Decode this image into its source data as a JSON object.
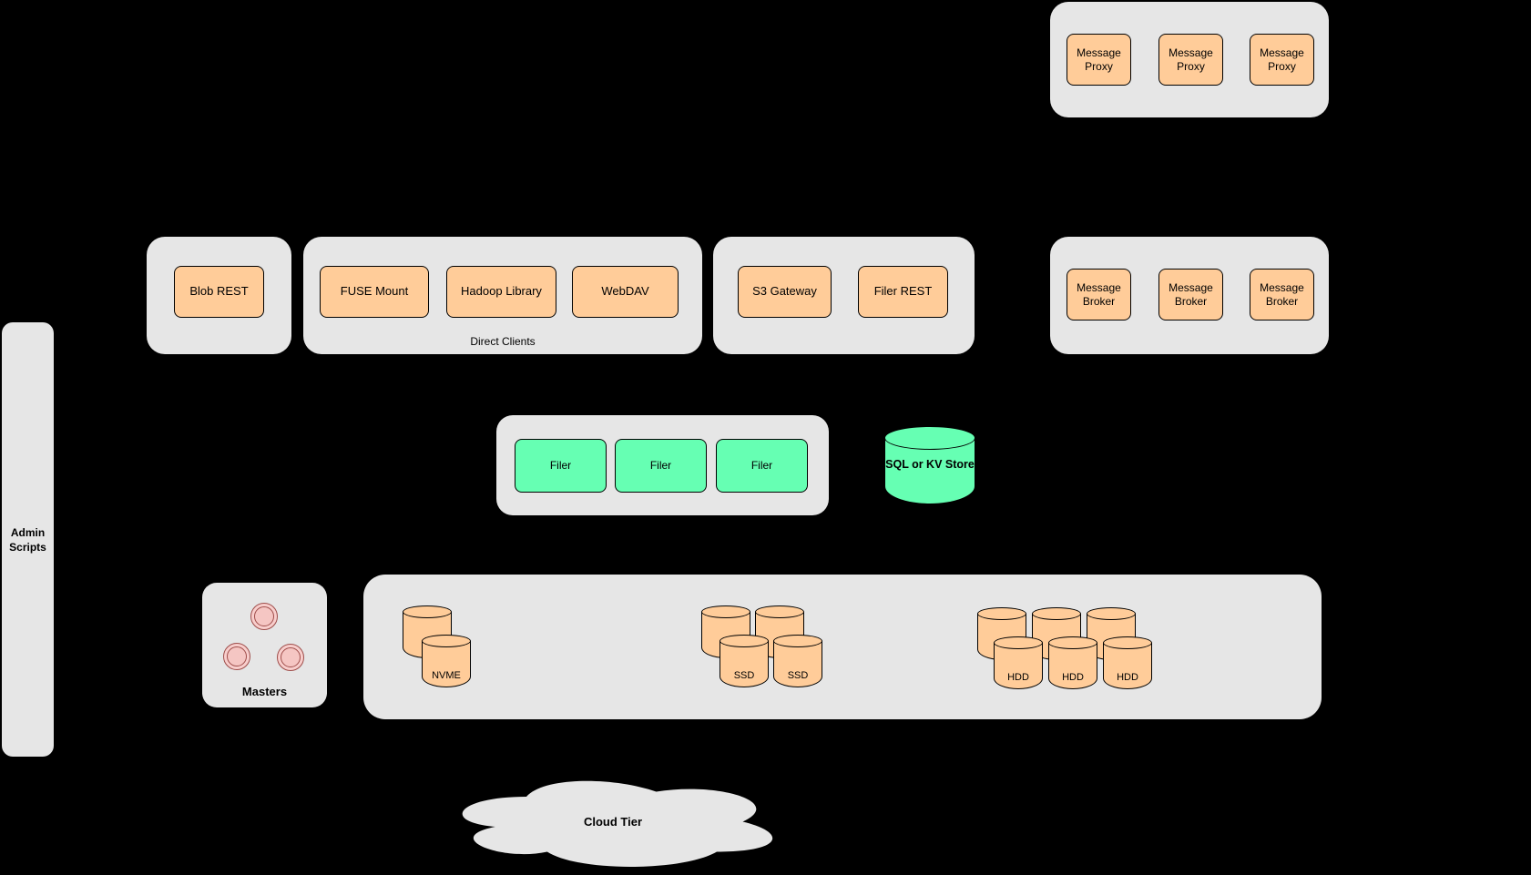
{
  "colors": {
    "background": "#000000",
    "container_gray": "#e6e6e6",
    "node_orange": "#ffcc99",
    "node_green": "#66ffb3",
    "master_pink": "#f8cecc",
    "stroke": "#000000"
  },
  "proxy_group": {
    "items": [
      "Message Proxy",
      "Message Proxy",
      "Message Proxy"
    ]
  },
  "blob_group": {
    "items": [
      "Blob REST"
    ]
  },
  "direct_clients_group": {
    "label": "Direct Clients",
    "items": [
      "FUSE Mount",
      "Hadoop Library",
      "WebDAV"
    ]
  },
  "gateway_group": {
    "items": [
      "S3 Gateway",
      "Filer REST"
    ]
  },
  "broker_group": {
    "items": [
      "Message Broker",
      "Message Broker",
      "Message Broker"
    ]
  },
  "admin_scripts": {
    "label": "Admin Scripts"
  },
  "filer_group": {
    "items": [
      "Filer",
      "Filer",
      "Filer"
    ]
  },
  "metadata_store": {
    "label": "SQL or KV Store"
  },
  "masters_group": {
    "label": "Masters"
  },
  "volume_group": {
    "nvme": "NVME",
    "ssd": [
      "SSD",
      "SSD"
    ],
    "hdd": [
      "HDD",
      "HDD",
      "HDD"
    ]
  },
  "cloud_tier": {
    "label": "Cloud Tier"
  }
}
